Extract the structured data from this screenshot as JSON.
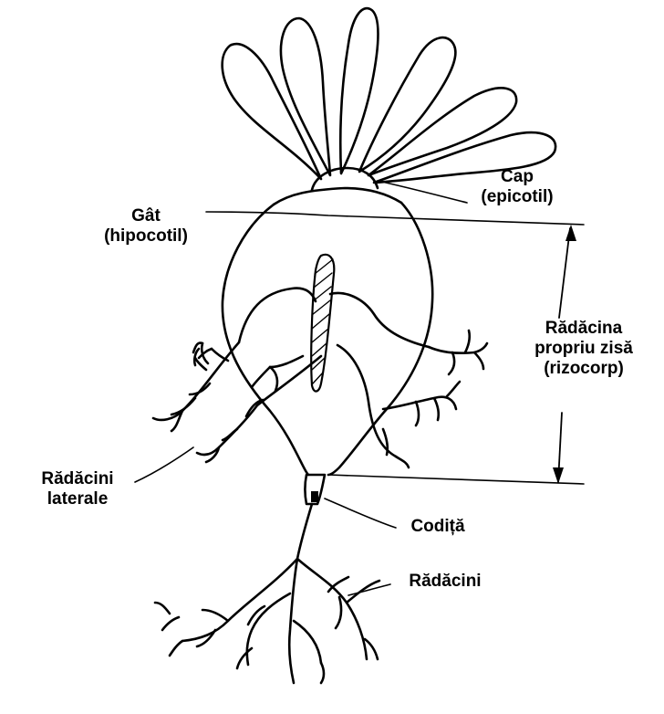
{
  "labels": {
    "cap": {
      "line1": "Cap",
      "line2": "(epicotil)"
    },
    "gat": {
      "line1": "Gât",
      "line2": "(hipocotil)"
    },
    "radacina": {
      "line1": "Rădăcina",
      "line2": "propriu zisă",
      "line3": "(rizocorp)"
    },
    "laterale": {
      "line1": "Rădăcini",
      "line2": "laterale"
    },
    "codita": "Codiță",
    "radacini": "Rădăcini"
  },
  "colors": {
    "ink": "#000000",
    "background": "#ffffff"
  }
}
